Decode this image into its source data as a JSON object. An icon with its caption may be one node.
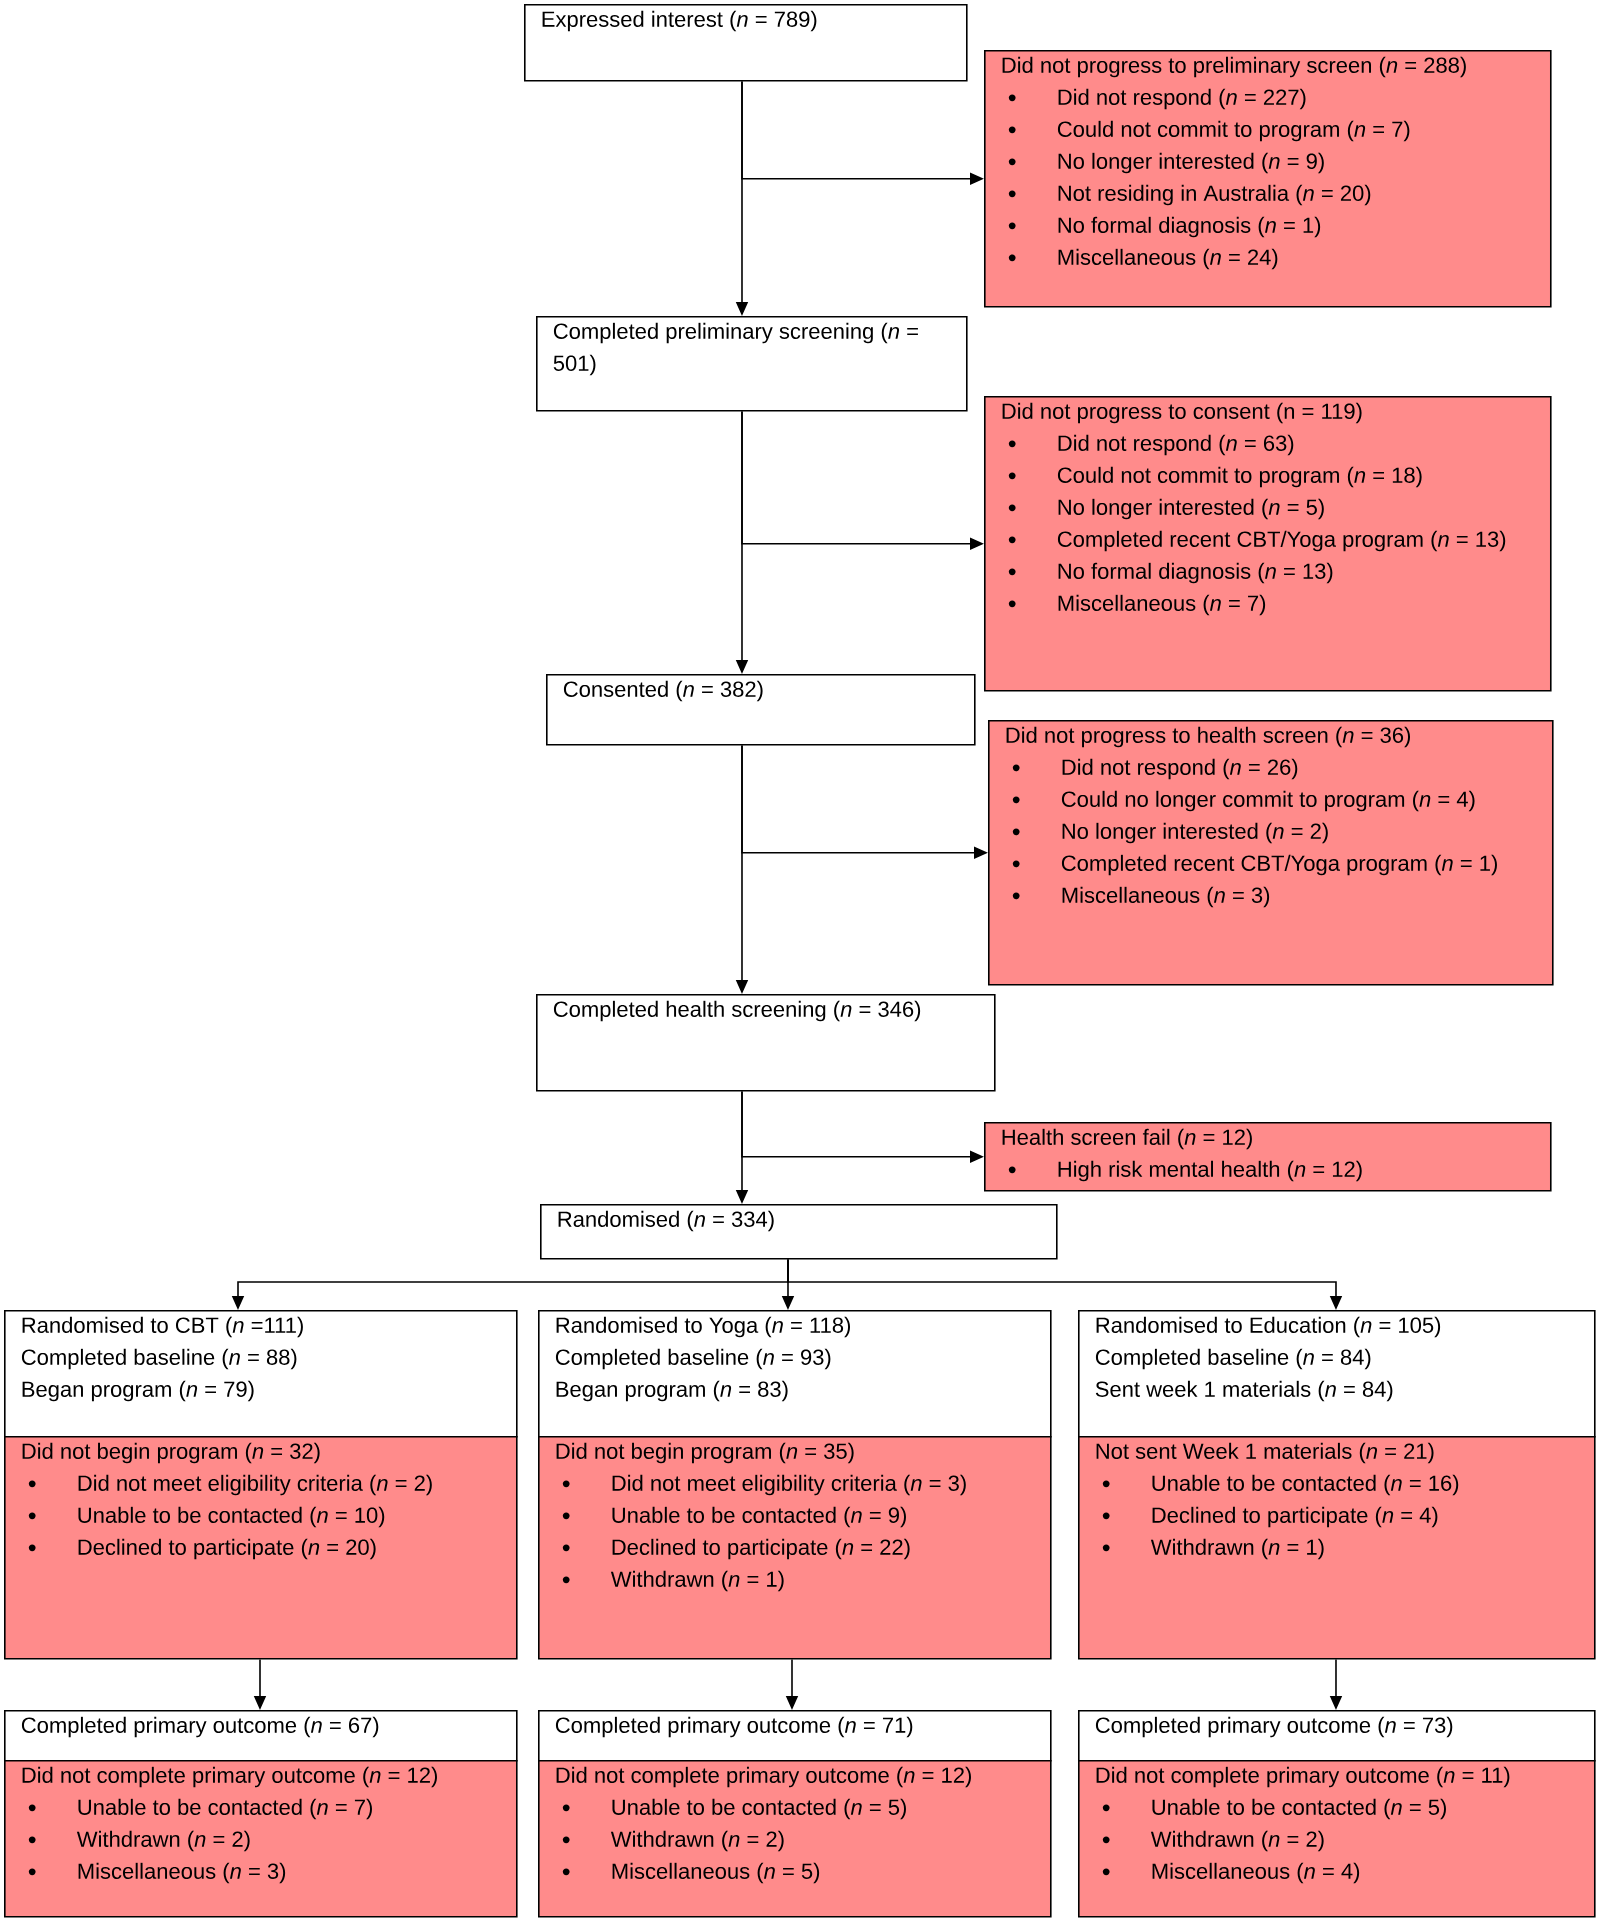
{
  "diagram": {
    "nodes": [
      {
        "text": [
          "Expressed interest (*n* = 789)"
        ]
      },
      {
        "text": [
          "Did not progress to preliminary screen (*n* = 288)",
          "Did not respond (*n* = 227)",
          "Could not commit to program (*n* = 7)",
          "No longer interested (*n* = 9)",
          "Not residing in Australia (*n* = 20)",
          "No formal diagnosis (*n* = 1)",
          "Miscellaneous (*n* = 24)"
        ]
      },
      {
        "text": [
          "Completed preliminary screening (*n* = 501)"
        ]
      },
      {
        "text": [
          "Did not progress to consent (n = 119)",
          "Did not respond (*n* = 63)",
          "Could not commit to program (*n* = 18)",
          "No longer interested (*n* = 5)",
          "Completed recent CBT/Yoga program (*n* = 13)",
          "No formal diagnosis (*n* = 13)",
          "Miscellaneous (*n* = 7)"
        ]
      },
      {
        "text": [
          "Consented (*n* = 382)"
        ]
      },
      {
        "text": [
          "Did not progress to health screen (*n* = 36)",
          "Did not respond (*n* = 26)",
          "Could no longer commit to program (*n* = 4)",
          "No longer interested (*n* = 2)",
          "Completed recent CBT/Yoga program (*n* = 1)",
          "Miscellaneous (*n* = 3)"
        ]
      },
      {
        "text": [
          "Completed health screening (*n* = 346)"
        ]
      },
      {
        "text": [
          "Health screen fail (*n* = 12)",
          "High risk mental health (*n* = 12)"
        ]
      },
      {
        "text": [
          "Randomised (*n* = 334)"
        ]
      },
      {
        "text": [
          "Randomised to CBT (*n* =111)",
          "Completed baseline (*n* = 88)",
          "Began program (*n* = 79)"
        ]
      },
      {
        "text": [
          "Randomised to Yoga (*n* = 118)",
          "Completed baseline (*n* = 93)",
          "Began program (*n* = 83)"
        ]
      },
      {
        "text": [
          "Randomised to Education (*n* = 105)",
          "Completed baseline (*n* = 84)",
          "Sent week 1 materials (*n* = 84)"
        ]
      },
      {
        "text": [
          "Did not begin program (*n* = 32)",
          "Did not meet eligibility criteria (*n* = 2)",
          "Unable to be contacted (*n* = 10)",
          "Declined to participate (*n* = 20)"
        ]
      },
      {
        "text": [
          "Did not begin program (*n* = 35)",
          "Did not meet eligibility criteria (*n* = 3)",
          "Unable to be contacted (*n* = 9)",
          "Declined to participate (*n* = 22)",
          "Withdrawn (*n* = 1)"
        ]
      },
      {
        "text": [
          "Not sent Week 1 materials (*n* = 21)",
          "Unable to be contacted (*n* = 16)",
          "Declined to participate (*n* = 4)",
          "Withdrawn (*n* = 1)"
        ]
      },
      {
        "text": [
          "Completed primary outcome (*n* = 67)"
        ]
      },
      {
        "text": [
          "Completed primary outcome (*n* = 71)"
        ]
      },
      {
        "text": [
          "Completed primary outcome (*n* = 73)"
        ]
      },
      {
        "text": [
          "Did not complete primary outcome (*n* = 12)",
          "Unable to be contacted (*n* = 7)",
          "Withdrawn (*n* = 2)",
          "Miscellaneous (*n* = 3)"
        ]
      },
      {
        "text": [
          "Did not complete primary outcome (*n* = 12)",
          "Unable to be contacted (*n* = 5)",
          "Withdrawn (*n* = 2)",
          "Miscellaneous (*n* = 5)"
        ]
      },
      {
        "text": [
          "Did not complete primary outcome (*n* = 11)",
          "Unable to be contacted (*n* = 5)",
          "Withdrawn (*n* = 2)",
          "Miscellaneous (*n* = 4)"
        ]
      }
    ],
    "edges": [
      {
        "from": 0,
        "to": 2,
        "arrow": "to"
      },
      {
        "from": 0,
        "to": 1,
        "arrow": "to"
      },
      {
        "from": 2,
        "to": 4,
        "arrow": "to"
      },
      {
        "from": 2,
        "to": 3,
        "arrow": "to"
      },
      {
        "from": 4,
        "to": 6,
        "arrow": "to"
      },
      {
        "from": 4,
        "to": 5,
        "arrow": "to"
      },
      {
        "from": 6,
        "to": 8,
        "arrow": "to"
      },
      {
        "from": 6,
        "to": 7,
        "arrow": "to"
      },
      {
        "from": 8,
        "to": 9,
        "arrow": "to"
      },
      {
        "from": 8,
        "to": 10,
        "arrow": "to"
      },
      {
        "from": 8,
        "to": 11,
        "arrow": "to"
      },
      {
        "from": 12,
        "to": 15,
        "arrow": "to"
      },
      {
        "from": 13,
        "to": 16,
        "arrow": "to"
      },
      {
        "from": 14,
        "to": 17,
        "arrow": "to"
      }
    ]
  }
}
